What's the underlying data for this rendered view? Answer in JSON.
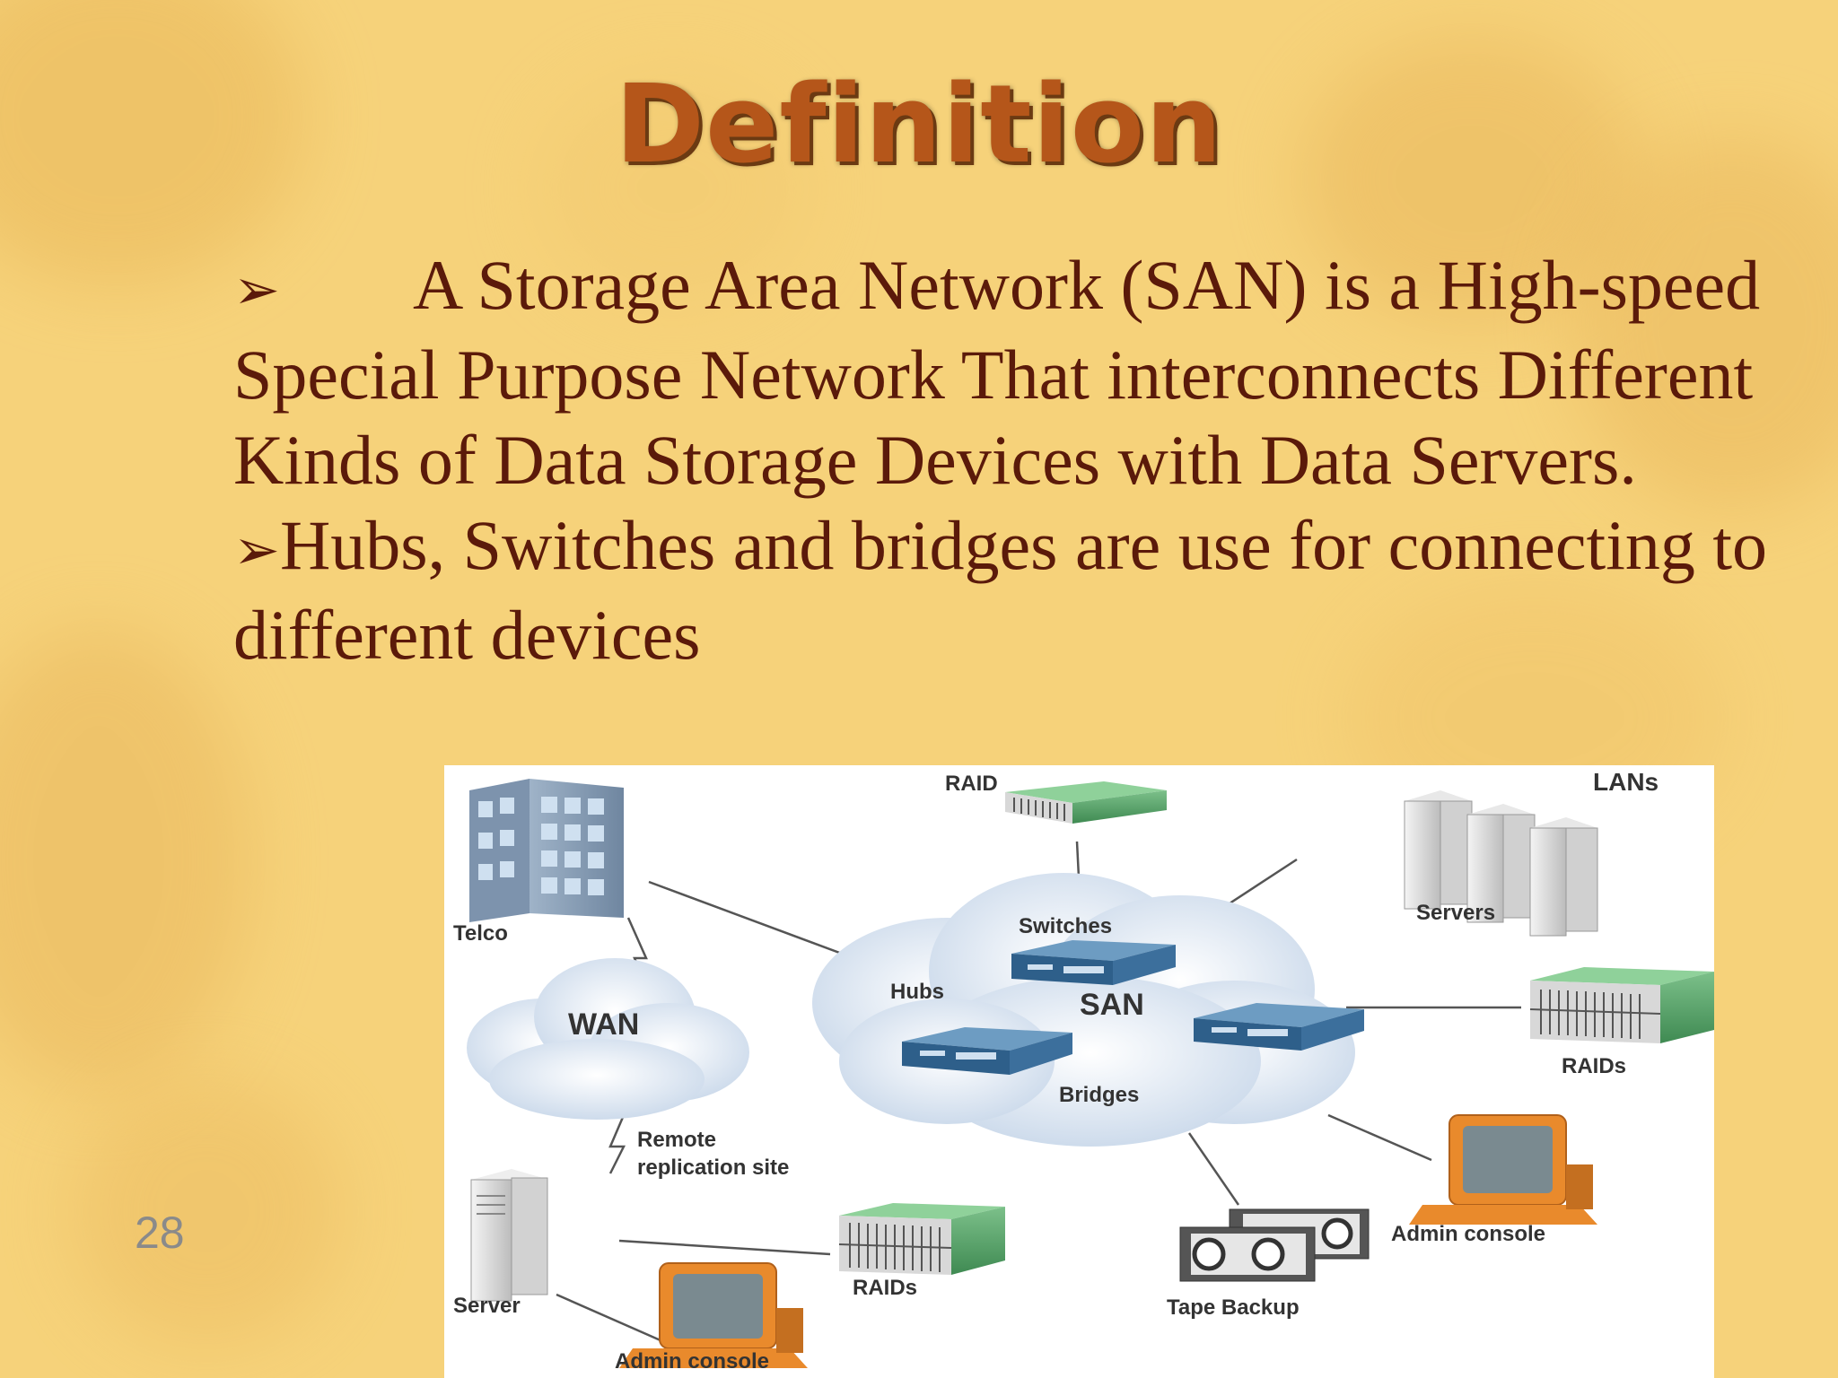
{
  "slide": {
    "title": "Definition",
    "bullet_symbol": "➢",
    "paragraph1": "A Storage Area Network (SAN) is a High-speed Special Purpose Network That interconnects Different Kinds of Data Storage Devices with Data Servers.",
    "paragraph2": "Hubs, Switches and bridges are use for connecting to different devices",
    "page_number": "28"
  },
  "diagram": {
    "labels": {
      "raid": "RAID",
      "lans": "LANs",
      "telco": "Telco",
      "servers": "Servers",
      "switches": "Switches",
      "hubs": "Hubs",
      "san": "SAN",
      "wan": "WAN",
      "raids_right": "RAIDs",
      "bridges": "Bridges",
      "remote_line1": "Remote",
      "remote_line2": "replication site",
      "admin_console_right": "Admin console",
      "server": "Server",
      "raids_bottom": "RAIDs",
      "tape_backup": "Tape Backup",
      "admin_console_bottom": "Admin console"
    }
  },
  "colors": {
    "background": "#f6d27a",
    "title": "#b5561a",
    "text": "#5b1a0a",
    "page_number": "#8a8a8a"
  }
}
